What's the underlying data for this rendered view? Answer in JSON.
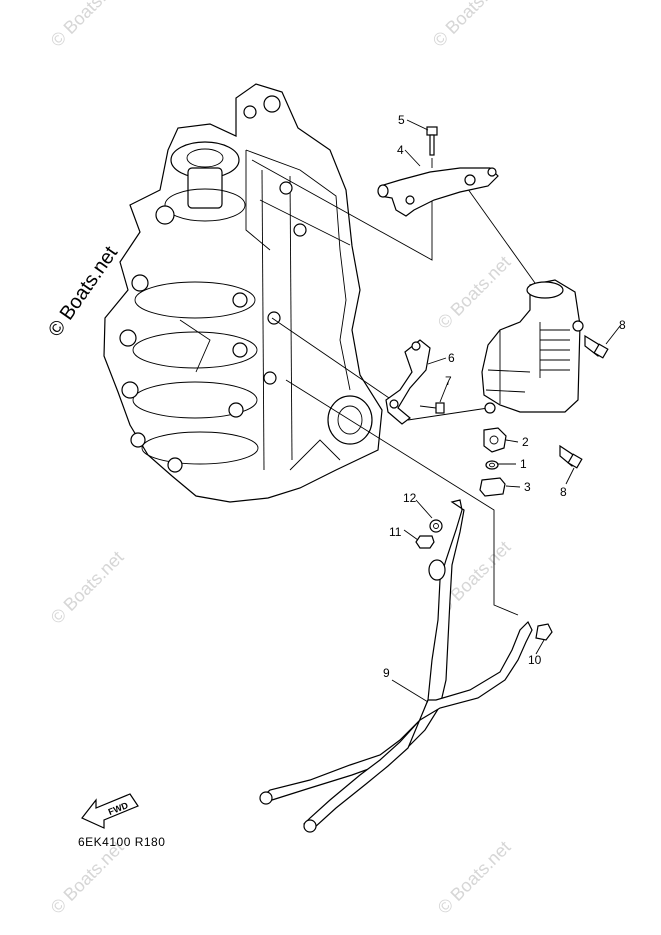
{
  "callouts": [
    {
      "id": "1",
      "label": "1"
    },
    {
      "id": "2",
      "label": "2"
    },
    {
      "id": "3",
      "label": "3"
    },
    {
      "id": "4",
      "label": "4"
    },
    {
      "id": "5",
      "label": "5"
    },
    {
      "id": "6",
      "label": "6"
    },
    {
      "id": "7",
      "label": "7"
    },
    {
      "id": "8a",
      "label": "8"
    },
    {
      "id": "8b",
      "label": "8"
    },
    {
      "id": "9",
      "label": "9"
    },
    {
      "id": "10",
      "label": "10"
    },
    {
      "id": "11",
      "label": "11"
    },
    {
      "id": "12",
      "label": "12"
    }
  ],
  "watermark": {
    "main": "© Boats.net",
    "faint": "© Boats.net"
  },
  "fwd_label": "FWD",
  "diagram_code": "6EK4100 R180"
}
